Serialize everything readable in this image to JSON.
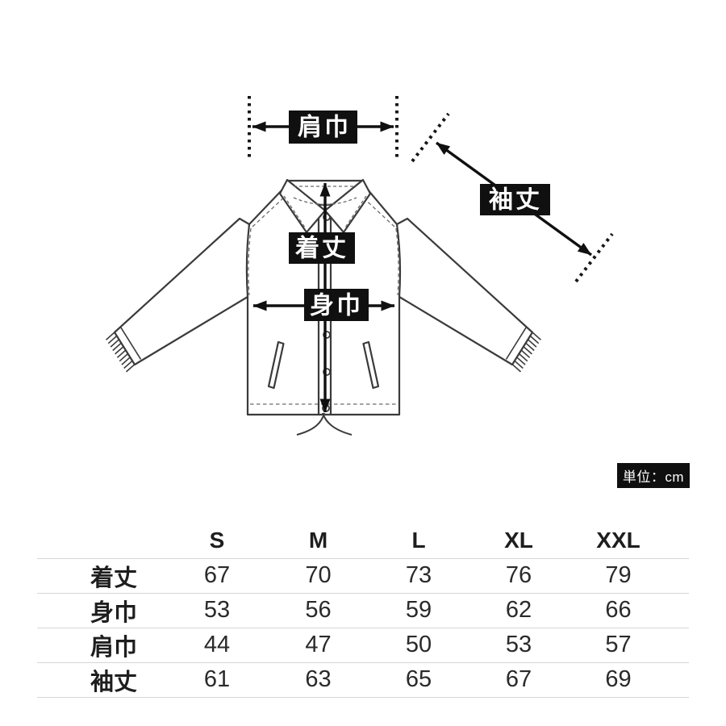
{
  "diagram": {
    "measure_labels": {
      "shoulder_width": "肩巾",
      "sleeve_length": "袖丈",
      "body_length": "着丈",
      "body_width": "身巾"
    },
    "unit_badge": "単位：cm"
  },
  "size_table": {
    "columns": [
      "S",
      "M",
      "L",
      "XL",
      "XXL"
    ],
    "rows": [
      {
        "label": "着丈",
        "values": [
          67,
          70,
          73,
          76,
          79
        ]
      },
      {
        "label": "身巾",
        "values": [
          53,
          56,
          59,
          62,
          66
        ]
      },
      {
        "label": "肩巾",
        "values": [
          44,
          47,
          50,
          53,
          57
        ]
      },
      {
        "label": "袖丈",
        "values": [
          61,
          63,
          65,
          67,
          69
        ]
      }
    ]
  },
  "colors": {
    "label_bg": "#101010",
    "label_text": "#ffffff",
    "jacket_line": "#3b3b3b",
    "arrow": "#101010",
    "table_divider": "#d6d6d6",
    "background": "#ffffff"
  }
}
